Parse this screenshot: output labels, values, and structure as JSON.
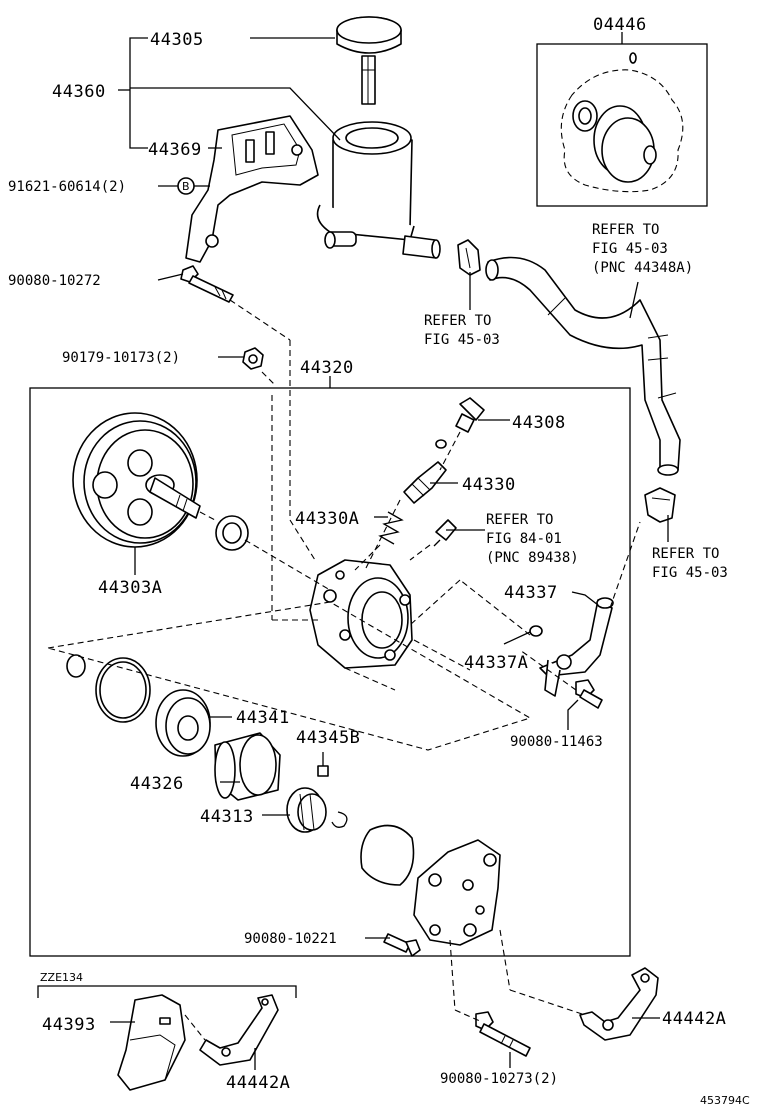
{
  "labels": {
    "p44305": "44305",
    "p44360": "44360",
    "p44369": "44369",
    "p91621": "91621-60614(2)",
    "bolt_marker": "B",
    "p90080_10272": "90080-10272",
    "p90179": "90179-10173(2)",
    "p44320": "44320",
    "p04446": "04446",
    "p44308": "44308",
    "p44330": "44330",
    "p44330A": "44330A",
    "p44303A": "44303A",
    "p44337": "44337",
    "p44337A": "44337A",
    "p44341": "44341",
    "p44345B": "44345B",
    "p44326": "44326",
    "p44313": "44313",
    "p90080_11463": "90080-11463",
    "p90080_10221": "90080-10221",
    "p44393": "44393",
    "p44442A_left": "44442A",
    "p44442A_right": "44442A",
    "p90080_10273": "90080-10273(2)",
    "variant": "ZZE134",
    "drawing_id": "453794C"
  },
  "refs": {
    "ref_hose_top_l1": "REFER TO",
    "ref_hose_top_l2": "FIG 45-03",
    "ref_hose_top_l3": "(PNC 44348A)",
    "ref_clamp_l1": "REFER TO",
    "ref_clamp_l2": "FIG 45-03",
    "ref_sensor_l1": "REFER TO",
    "ref_sensor_l2": "FIG 84-01",
    "ref_sensor_l3": "(PNC 89438)",
    "ref_right_l1": "REFER TO",
    "ref_right_l2": "FIG 45-03"
  }
}
